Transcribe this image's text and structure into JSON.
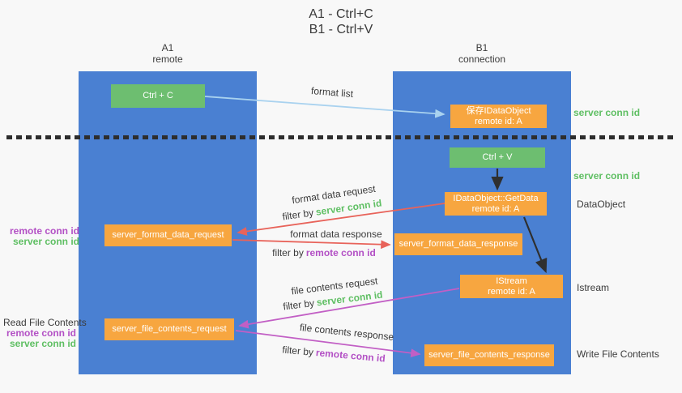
{
  "title": {
    "line1": "A1 - Ctrl+C",
    "line2": "B1 - Ctrl+V"
  },
  "lanes": {
    "left": {
      "name": "A1",
      "role": "remote"
    },
    "right": {
      "name": "B1",
      "role": "connection"
    }
  },
  "nodes": {
    "ctrl_c": {
      "label": "Ctrl + C"
    },
    "ctrl_v": {
      "label": "Ctrl + V"
    },
    "save_dataobject": {
      "line1": "保存IDataObject",
      "line2": "remote id: A"
    },
    "getdata": {
      "line1": "IDataObject::GetData",
      "line2": "remote id: A"
    },
    "istream": {
      "line1": "IStream",
      "line2": "remote id: A"
    },
    "format_request": {
      "label": "server_format_data_request"
    },
    "format_response": {
      "label": "server_format_data_response"
    },
    "file_request": {
      "label": "server_file_contents_request"
    },
    "file_response": {
      "label": "server_file_contents_response"
    }
  },
  "labels": {
    "format_list": "format list",
    "filter_by": "filter by",
    "server_conn_id": "server conn id",
    "remote_conn_id": "remote conn id",
    "format_data_request": "format data request",
    "format_data_response": "format data response",
    "file_contents_request": "file contents request",
    "file_contents_response": "file contents response",
    "read_file_contents": "Read File Contents",
    "write_file_contents": "Write File Contents",
    "dataobject": "DataObject",
    "istream": "Istream"
  },
  "colors": {
    "lane_blue": "#4a80d2",
    "box_orange": "#f7a640",
    "box_green": "#6dbe70",
    "green_text": "#5fbf63",
    "purple_text": "#b350c5",
    "red_arrow": "#e8635a",
    "magenta_arrow": "#c25fc5",
    "blue_arrow": "#a9d2ef",
    "black_arrow": "#2f2f2f",
    "dotted_line": "#2d2d2d",
    "background": "#f8f8f8"
  }
}
